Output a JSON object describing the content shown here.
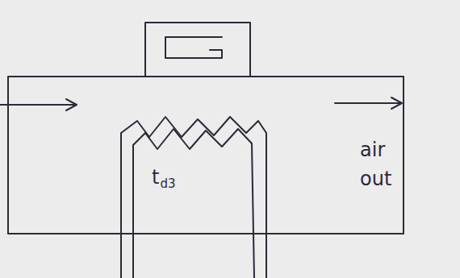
{
  "diagram": {
    "labels": [
      "t",
      "d3",
      "air out"
    ]
  }
}
